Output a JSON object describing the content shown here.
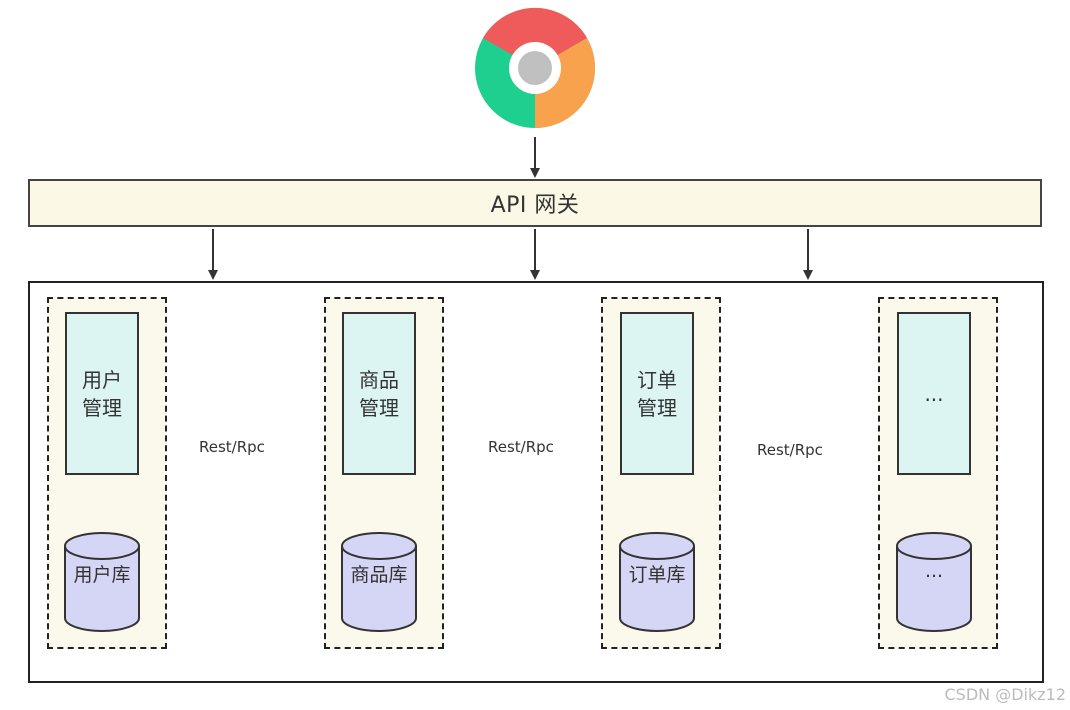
{
  "gateway": {
    "label": "API 网关"
  },
  "services": [
    {
      "name": "用户管理",
      "db": "用户库"
    },
    {
      "name": "商品管理",
      "db": "商品库"
    },
    {
      "name": "订单管理",
      "db": "订单库"
    },
    {
      "name": "...",
      "db": "..."
    }
  ],
  "links": {
    "label": "Rest/Rpc"
  },
  "watermark": "CSDN @Dikz12",
  "colors": {
    "gateway_fill": "#fbf9e6",
    "group_fill": "#fbf9ec",
    "service_fill": "#dcf5f3",
    "db_fill": "#d5d6f5",
    "browser_red": "#ef5b5b",
    "browser_green": "#1fcf8f",
    "browser_orange": "#f9a24e",
    "browser_center": "#c0c0c0"
  }
}
